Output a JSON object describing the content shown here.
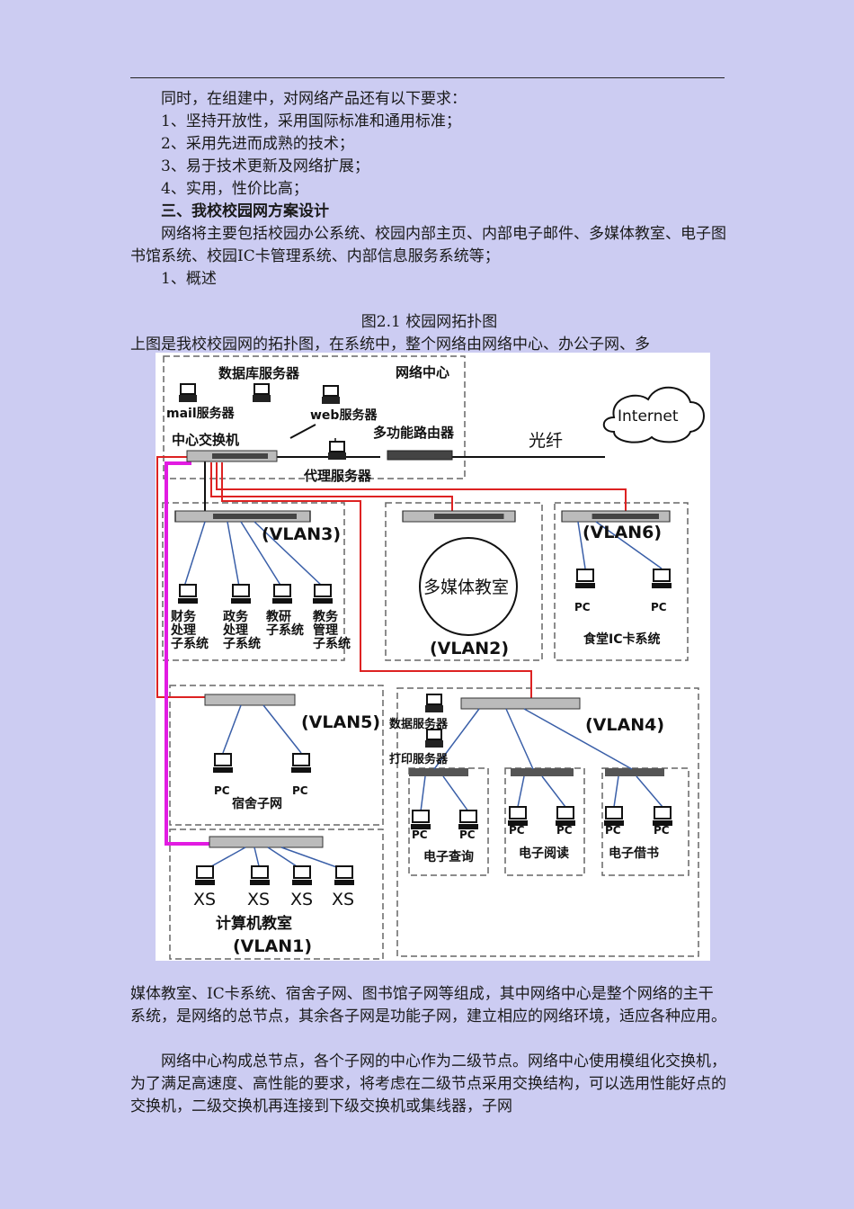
{
  "text": {
    "l1": "同时，在组建中，对网络产品还有以下要求：",
    "l2": "1、坚持开放性，采用国际标准和通用标准；",
    "l3": "2、采用先进而成熟的技术；",
    "l4": "3、易于技术更新及网络扩展；",
    "l5": "4、实用，性价比高；",
    "heading": "三、我校校园网方案设计",
    "para1": "网络将主要包括校园办公系统、校园内部主页、内部电子邮件、多媒体教室、电子图书馆系统、校园IC卡管理系统、内部信息服务系统等；",
    "l6": "1、概述",
    "caption": "图2.1 校园网拓扑图",
    "para2_head": "上图是我校校园网的拓扑图，在系统中，整个网络由网络中心、办公子网、多",
    "para2_tail": "媒体教室、IC卡系统、宿舍子网、图书馆子网等组成，其中网络中心是整个网络的主干系统，是网络的总节点，其余各子网是功能子网，建立相应的网络环境，适应各种应用。",
    "para3": "网络中心构成总节点，各个子网的中心作为二级节点。网络中心使用模组化交换机，为了满足高速度、高性能的要求，将考虑在二级节点采用交换结构，可以选用性能好点的交换机，二级交换机再连接到下级交换机或集线器，子网"
  },
  "diagram": {
    "network_center": "网络中心",
    "db_server": "数据库服务器",
    "mail_server": "mail服务器",
    "web_server": "web服务器",
    "core_switch": "中心交换机",
    "router": "多功能路由器",
    "proxy": "代理服务器",
    "fiber": "光纤",
    "internet": "Internet",
    "vlan3": "(VLAN3)",
    "finance_a": "财务",
    "finance_b": "处理",
    "finance_c": "子系统",
    "gov_a": "政务",
    "gov_b": "处理",
    "gov_c": "子系统",
    "research_a": "教研",
    "research_b": "子系统",
    "edu_a": "教务",
    "edu_b": "管理",
    "edu_c": "子系统",
    "multimedia": "多媒体教室",
    "vlan2": "(VLAN2)",
    "vlan6": "(VLAN6)",
    "pc": "PC",
    "canteen": "食堂IC卡系统",
    "vlan5": "(VLAN5)",
    "dorm": "宿舍子网",
    "vlan4": "(VLAN4)",
    "data_server": "数据服务器",
    "print_server": "打印服务器",
    "e_query": "电子查询",
    "e_read": "电子阅读",
    "e_borrow": "电子借书",
    "xs": "XS",
    "lab": "计算机教室",
    "vlan1": "(VLAN1)"
  }
}
